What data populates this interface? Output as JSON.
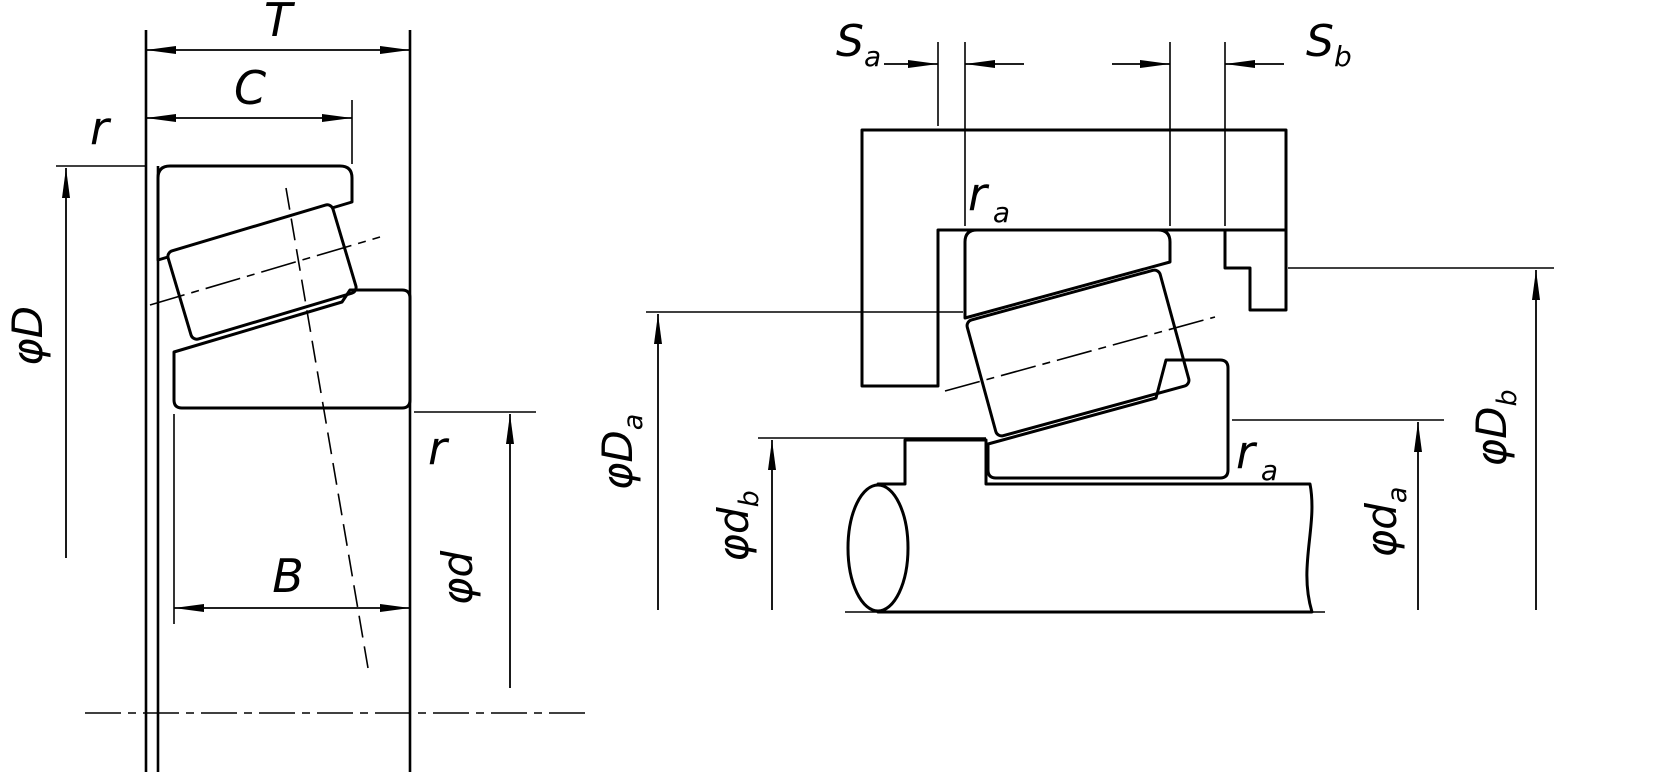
{
  "drawing": {
    "left_view": {
      "dim_T": "T",
      "dim_C": "C",
      "dim_B": "B",
      "radius_top": "r",
      "radius_bottom": "r",
      "dia_D": "φD",
      "dia_d": "φd"
    },
    "right_view": {
      "clearance_a": {
        "main": "S",
        "sub": "a"
      },
      "clearance_b": {
        "main": "S",
        "sub": "b"
      },
      "fillet_top": {
        "main": "r",
        "sub": "a"
      },
      "fillet_bottom": {
        "main": "r",
        "sub": "a"
      },
      "dia_Da": {
        "main": "φD",
        "sub": "a"
      },
      "dia_db": {
        "main": "φd",
        "sub": "b"
      },
      "dia_da": {
        "main": "φd",
        "sub": "a"
      },
      "dia_Db": {
        "main": "φD",
        "sub": "b"
      }
    },
    "colors": {
      "ink": "#000000",
      "background": "#ffffff"
    }
  }
}
